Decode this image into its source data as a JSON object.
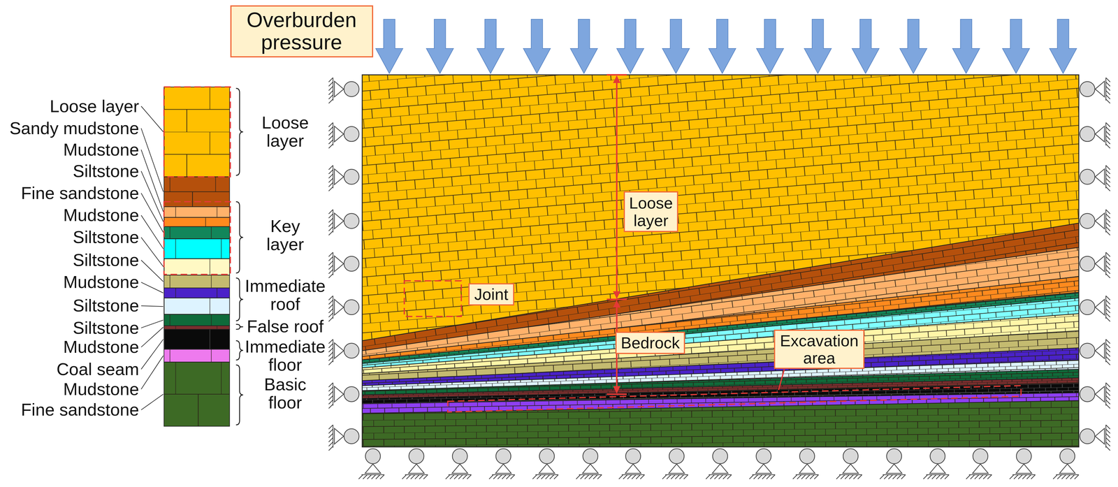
{
  "diagram": {
    "nodes": [
      {
        "text": [
          "Overburden pressure"
        ]
      },
      {
        "text": [
          "Loose layer"
        ]
      },
      {
        "text": [
          "Joint"
        ]
      },
      {
        "text": [
          "Bedrock"
        ]
      },
      {
        "text": [
          "Excavation area"
        ]
      }
    ],
    "labels": [
      "Loose layer",
      "Sandy mudstone",
      "Mudstone",
      "Siltstone",
      "Fine sandstone",
      "Mudstone",
      "Siltstone",
      "Siltstone",
      "Mudstone",
      "Siltstone",
      "Siltstone",
      "Mudstone",
      "Coal seam",
      "Mudstone",
      "Fine sandstone",
      "Loose layer",
      "Key layer",
      "Immediate roof",
      "False roof",
      "Immediate floor",
      "Basic floor"
    ]
  }
}
